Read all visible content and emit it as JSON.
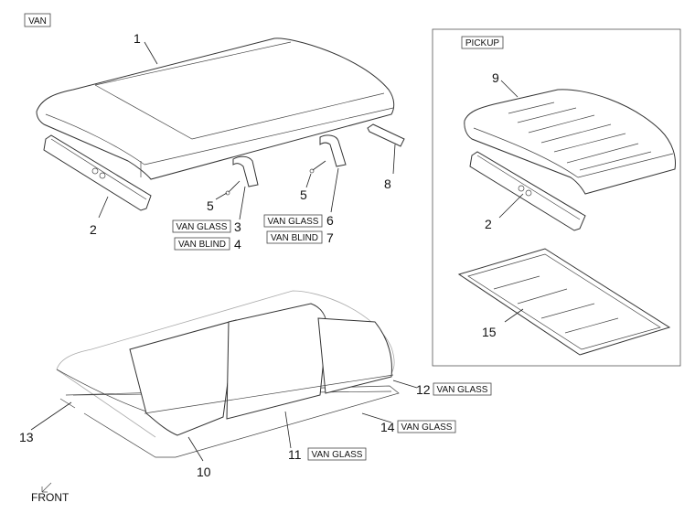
{
  "tags": {
    "van": "VAN",
    "pickup": "PICKUP",
    "van_glass_3": "VAN GLASS",
    "van_blind_4": "VAN BLIND",
    "van_glass_6": "VAN GLASS",
    "van_blind_7": "VAN BLIND",
    "van_glass_12": "VAN GLASS",
    "van_glass_14": "VAN GLASS",
    "van_glass_11": "VAN GLASS"
  },
  "callouts": {
    "c1": "1",
    "c2a": "2",
    "c3": "3",
    "c4": "4",
    "c5a": "5",
    "c5b": "5",
    "c6": "6",
    "c7": "7",
    "c8": "8",
    "c9": "9",
    "c2b": "2",
    "c15": "15",
    "c12": "12",
    "c13": "13",
    "c14": "14",
    "c11": "11",
    "c10": "10"
  },
  "front_label": "FRONT"
}
